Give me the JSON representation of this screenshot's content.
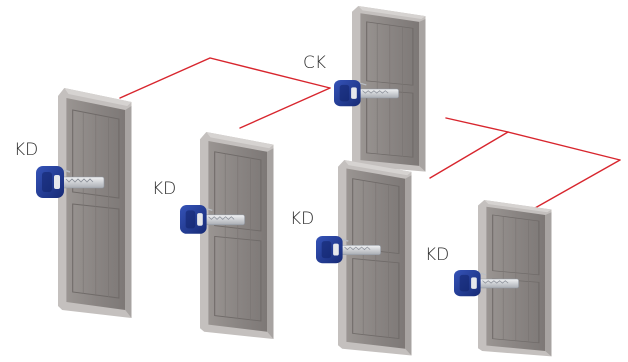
{
  "diagram": {
    "doors": [
      {
        "id": "master",
        "key_label": "CK"
      },
      {
        "id": "door-1",
        "key_label": "KD"
      },
      {
        "id": "door-2",
        "key_label": "KD"
      },
      {
        "id": "door-3",
        "key_label": "KD"
      },
      {
        "id": "door-4",
        "key_label": "KD"
      }
    ],
    "colors": {
      "connector": "#d8262e",
      "door_face": "#8f8a88",
      "door_frame": "#b9b5b3",
      "key_head": "#1f3a93",
      "key_blade": "#d9dbde"
    },
    "icons": [
      "door-icon",
      "key-icon"
    ]
  }
}
